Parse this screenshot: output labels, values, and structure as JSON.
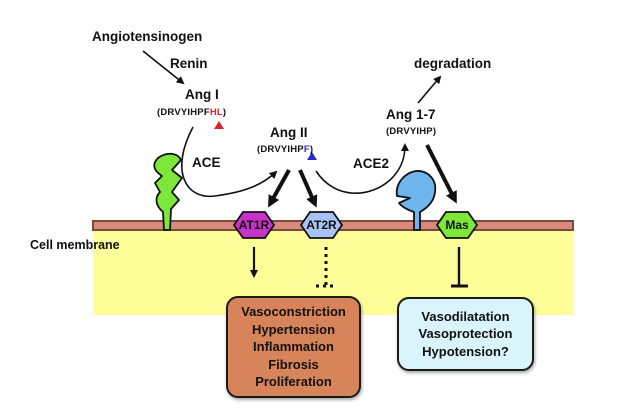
{
  "figure": {
    "title": "Renin-angiotensin system pathway",
    "colors": {
      "membrane_fill": "#d98a7c",
      "membrane_border": "#7a4a3a",
      "cytoplasm": "#ffff99",
      "ace_enzyme": "#7ee83a",
      "ace2_enzyme": "#6fb6ee",
      "at1r": "#c633c6",
      "at2r": "#a8c4f2",
      "mas": "#7ee83a",
      "harmful_box": "#d8845a",
      "protective_box": "#d9f4fa",
      "cleaved_residues_ang1": "#e0202a",
      "cleaved_residue_ang2": "#2a2ad0"
    },
    "substrates": {
      "angiotensinogen": "Angiotensinogen",
      "renin": "Renin",
      "ang1": {
        "name": "Ang I",
        "seq_prefix": "(DRVYIHPF",
        "seq_cleaved": "HL",
        "seq_suffix": ")"
      },
      "ang2": {
        "name": "Ang II",
        "seq_prefix": "(DRVYIHP",
        "seq_cleaved": "F",
        "seq_suffix": ")"
      },
      "ang17": {
        "name": "Ang 1-7",
        "seq": "(DRVYIHP)"
      },
      "degradation": "degradation"
    },
    "enzymes": {
      "ace": "ACE",
      "ace2": "ACE2"
    },
    "membrane_label": "Cell membrane",
    "receptors": {
      "at1r": "AT1R",
      "at2r": "AT2R",
      "mas": "Mas"
    },
    "effects": {
      "at1r": [
        "Vasoconstriction",
        "Hypertension",
        "Inflammation",
        "Fibrosis",
        "Proliferation"
      ],
      "mas": [
        "Vasodilatation",
        "Vasoprotection",
        "Hypotension?"
      ]
    }
  }
}
